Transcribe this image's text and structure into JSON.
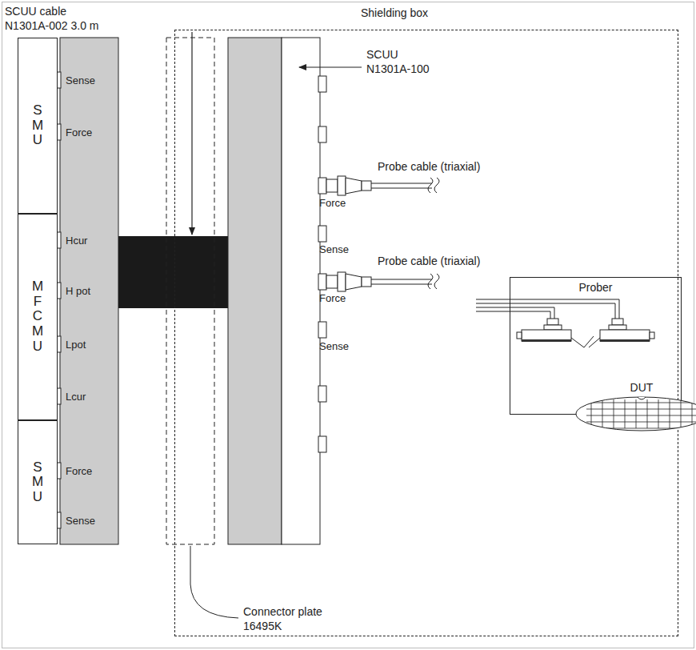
{
  "diagram": {
    "nodes": [
      {
        "text": [
          "Shielding box"
        ]
      },
      {
        "text": [
          "SMU"
        ]
      },
      {
        "text": [
          "MFCMU"
        ]
      },
      {
        "text": [
          "SMU"
        ]
      },
      {
        "text": [
          "Prober"
        ],
        "in": 0
      },
      {
        "text": [
          "DUT"
        ],
        "in": 4
      }
    ],
    "labels": [
      "SCUU cable",
      "N1301A-002 3.0 m",
      "Sense",
      "Force",
      "Hcur",
      "H pot",
      "Lpot",
      "Lcur",
      "Force",
      "Sense",
      "SCUU",
      "N1301A-100",
      "Probe cable (triaxial)",
      "Force",
      "Sense",
      "Probe cable (triaxial)",
      "Force",
      "Sense",
      "Connector plate",
      "16495K"
    ]
  }
}
